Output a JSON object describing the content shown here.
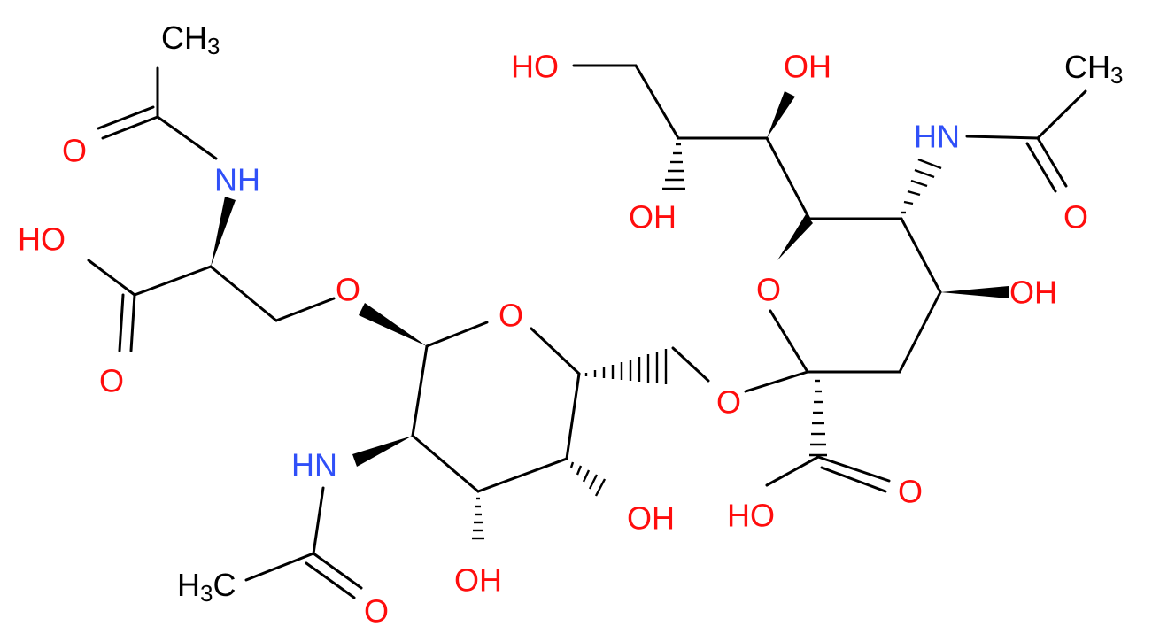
{
  "diagram": {
    "type": "chemical-structure",
    "labels": {
      "o_link_serine": "O",
      "o_ring_galnac": "O",
      "o_link_glycosidic": "O",
      "o_ring_neu5ac": "O",
      "oh_serine_acid": "HO",
      "o_serine_carbonyl": "O",
      "nh_serine": "NH",
      "o_serine_acetyl": "O",
      "ch3_serine_acetyl": "CH3",
      "nh_galnac": "HN",
      "ch3_galnac_acetyl": "H3C",
      "o_galnac_acetyl": "O",
      "oh_galnac_c3": "OH",
      "oh_galnac_c4": "OH",
      "oh_neu5ac_acid": "HO",
      "o_neu5ac_carbonyl": "O",
      "oh_neu5ac_c4": "OH",
      "nh_neu5ac": "HN",
      "o_neu5ac_acetyl": "O",
      "ch3_neu5ac_acetyl": "CH3",
      "oh_neu5ac_c7": "OH",
      "oh_neu5ac_c8": "OH",
      "oh_neu5ac_c9": "HO"
    }
  }
}
